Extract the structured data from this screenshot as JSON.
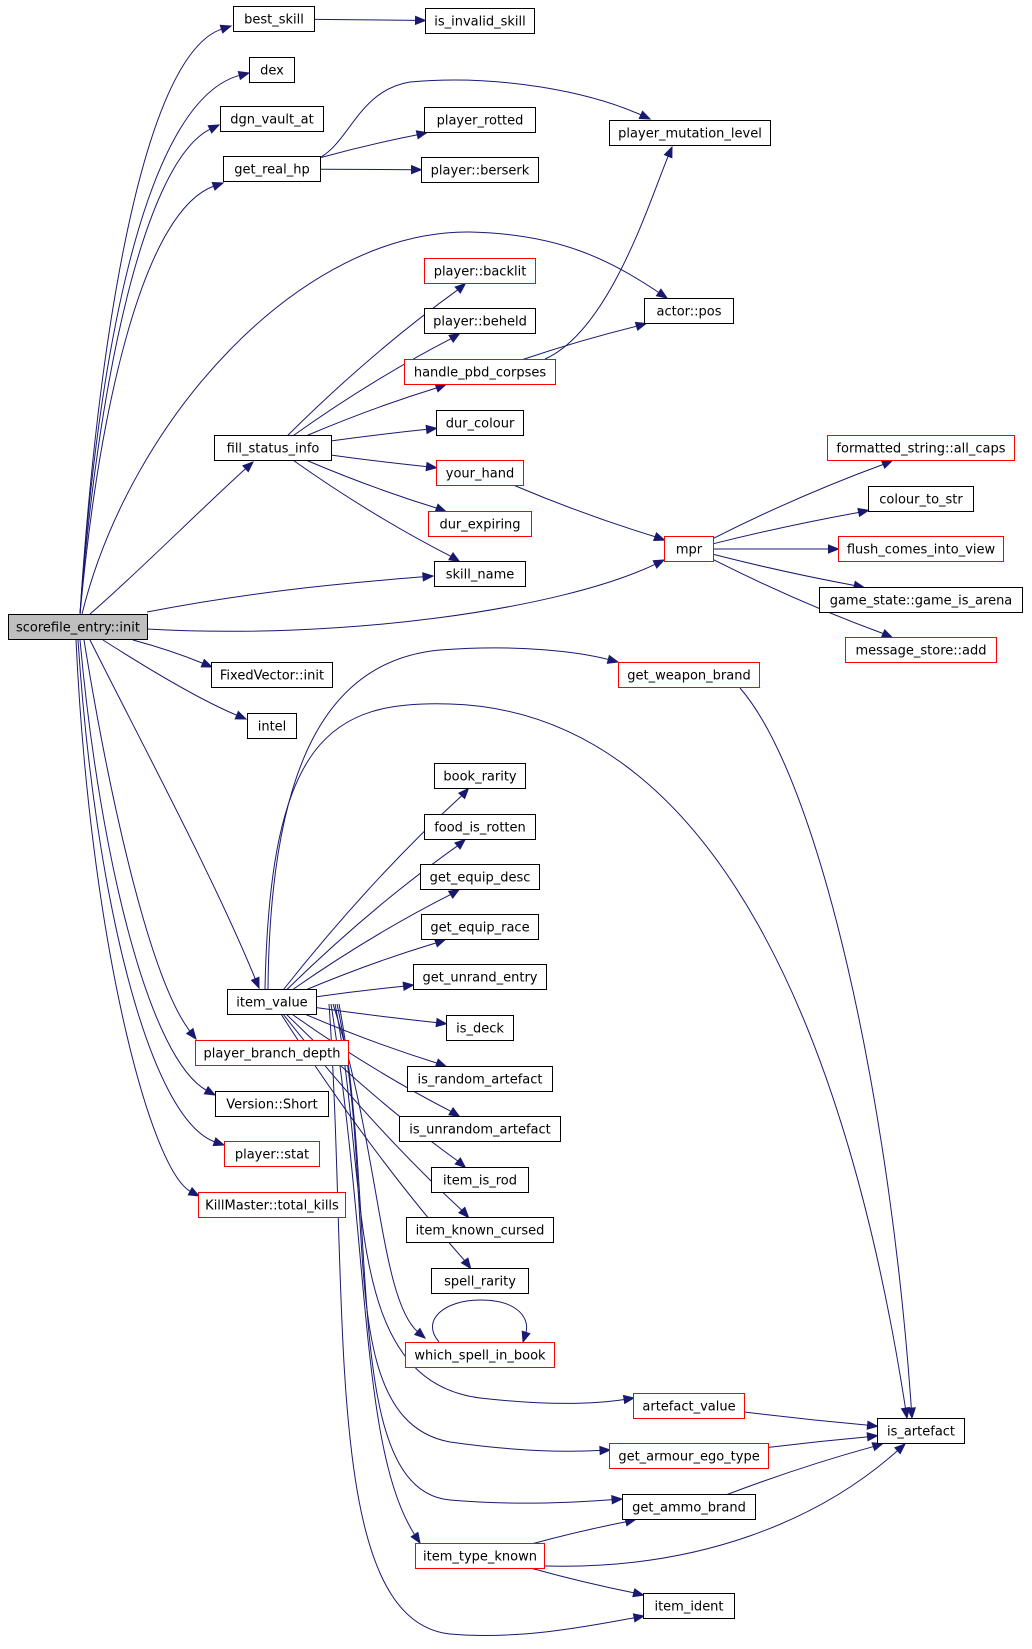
{
  "colors": {
    "edge": "#191970",
    "border_default": "#000000",
    "border_linked": "#ff0000",
    "root_fill": "#bfbfbf",
    "node_fill": "#ffffff"
  },
  "nodes": [
    {
      "id": "scorefile_entry_init",
      "label": "scorefile_entry::init",
      "style": "root"
    },
    {
      "id": "best_skill",
      "label": "best_skill",
      "style": "black"
    },
    {
      "id": "is_invalid_skill",
      "label": "is_invalid_skill",
      "style": "black"
    },
    {
      "id": "dex",
      "label": "dex",
      "style": "black"
    },
    {
      "id": "dgn_vault_at",
      "label": "dgn_vault_at",
      "style": "black"
    },
    {
      "id": "get_real_hp",
      "label": "get_real_hp",
      "style": "black"
    },
    {
      "id": "player_rotted",
      "label": "player_rotted",
      "style": "black"
    },
    {
      "id": "player_mutation_level",
      "label": "player_mutation_level",
      "style": "black"
    },
    {
      "id": "player_berserk",
      "label": "player::berserk",
      "style": "black"
    },
    {
      "id": "player_backlit",
      "label": "player::backlit",
      "style": "red"
    },
    {
      "id": "actor_pos",
      "label": "actor::pos",
      "style": "black"
    },
    {
      "id": "player_beheld",
      "label": "player::beheld",
      "style": "black"
    },
    {
      "id": "handle_pbd_corpses",
      "label": "handle_pbd_corpses",
      "style": "red"
    },
    {
      "id": "dur_colour",
      "label": "dur_colour",
      "style": "black"
    },
    {
      "id": "fill_status_info",
      "label": "fill_status_info",
      "style": "black"
    },
    {
      "id": "formatted_string_all_caps",
      "label": "formatted_string::all_caps",
      "style": "red"
    },
    {
      "id": "your_hand",
      "label": "your_hand",
      "style": "red"
    },
    {
      "id": "colour_to_str",
      "label": "colour_to_str",
      "style": "black"
    },
    {
      "id": "dur_expiring",
      "label": "dur_expiring",
      "style": "red"
    },
    {
      "id": "mpr",
      "label": "mpr",
      "style": "red"
    },
    {
      "id": "flush_comes_into_view",
      "label": "flush_comes_into_view",
      "style": "red"
    },
    {
      "id": "skill_name",
      "label": "skill_name",
      "style": "black"
    },
    {
      "id": "game_state_game_is_arena",
      "label": "game_state::game_is_arena",
      "style": "black"
    },
    {
      "id": "message_store_add",
      "label": "message_store::add",
      "style": "red"
    },
    {
      "id": "fixedvector_init",
      "label": "FixedVector::init",
      "style": "black"
    },
    {
      "id": "get_weapon_brand",
      "label": "get_weapon_brand",
      "style": "red"
    },
    {
      "id": "intel",
      "label": "intel",
      "style": "black"
    },
    {
      "id": "book_rarity",
      "label": "book_rarity",
      "style": "black"
    },
    {
      "id": "food_is_rotten",
      "label": "food_is_rotten",
      "style": "black"
    },
    {
      "id": "get_equip_desc",
      "label": "get_equip_desc",
      "style": "black"
    },
    {
      "id": "get_equip_race",
      "label": "get_equip_race",
      "style": "black"
    },
    {
      "id": "get_unrand_entry",
      "label": "get_unrand_entry",
      "style": "black"
    },
    {
      "id": "item_value",
      "label": "item_value",
      "style": "black"
    },
    {
      "id": "is_deck",
      "label": "is_deck",
      "style": "black"
    },
    {
      "id": "player_branch_depth",
      "label": "player_branch_depth",
      "style": "red"
    },
    {
      "id": "is_random_artefact",
      "label": "is_random_artefact",
      "style": "black"
    },
    {
      "id": "version_short",
      "label": "Version::Short",
      "style": "black"
    },
    {
      "id": "is_unrandom_artefact",
      "label": "is_unrandom_artefact",
      "style": "black"
    },
    {
      "id": "player_stat",
      "label": "player::stat",
      "style": "red"
    },
    {
      "id": "item_is_rod",
      "label": "item_is_rod",
      "style": "black"
    },
    {
      "id": "killmaster_total_kills",
      "label": "KillMaster::total_kills",
      "style": "red"
    },
    {
      "id": "item_known_cursed",
      "label": "item_known_cursed",
      "style": "black"
    },
    {
      "id": "spell_rarity",
      "label": "spell_rarity",
      "style": "black"
    },
    {
      "id": "which_spell_in_book",
      "label": "which_spell_in_book",
      "style": "red"
    },
    {
      "id": "artefact_value",
      "label": "artefact_value",
      "style": "red"
    },
    {
      "id": "is_artefact",
      "label": "is_artefact",
      "style": "black"
    },
    {
      "id": "get_armour_ego_type",
      "label": "get_armour_ego_type",
      "style": "red"
    },
    {
      "id": "get_ammo_brand",
      "label": "get_ammo_brand",
      "style": "black"
    },
    {
      "id": "item_type_known",
      "label": "item_type_known",
      "style": "red"
    },
    {
      "id": "item_ident",
      "label": "item_ident",
      "style": "black"
    }
  ],
  "edges": [
    {
      "from": "scorefile_entry_init",
      "to": "best_skill"
    },
    {
      "from": "scorefile_entry_init",
      "to": "dex"
    },
    {
      "from": "scorefile_entry_init",
      "to": "dgn_vault_at"
    },
    {
      "from": "scorefile_entry_init",
      "to": "get_real_hp"
    },
    {
      "from": "scorefile_entry_init",
      "to": "actor_pos"
    },
    {
      "from": "scorefile_entry_init",
      "to": "fill_status_info"
    },
    {
      "from": "scorefile_entry_init",
      "to": "skill_name"
    },
    {
      "from": "scorefile_entry_init",
      "to": "mpr"
    },
    {
      "from": "scorefile_entry_init",
      "to": "fixedvector_init"
    },
    {
      "from": "scorefile_entry_init",
      "to": "intel"
    },
    {
      "from": "scorefile_entry_init",
      "to": "item_value"
    },
    {
      "from": "scorefile_entry_init",
      "to": "player_branch_depth"
    },
    {
      "from": "scorefile_entry_init",
      "to": "version_short"
    },
    {
      "from": "scorefile_entry_init",
      "to": "player_stat"
    },
    {
      "from": "scorefile_entry_init",
      "to": "killmaster_total_kills"
    },
    {
      "from": "best_skill",
      "to": "is_invalid_skill"
    },
    {
      "from": "get_real_hp",
      "to": "player_mutation_level"
    },
    {
      "from": "get_real_hp",
      "to": "player_rotted"
    },
    {
      "from": "get_real_hp",
      "to": "player_berserk"
    },
    {
      "from": "fill_status_info",
      "to": "player_backlit"
    },
    {
      "from": "fill_status_info",
      "to": "player_beheld"
    },
    {
      "from": "fill_status_info",
      "to": "handle_pbd_corpses"
    },
    {
      "from": "fill_status_info",
      "to": "dur_colour"
    },
    {
      "from": "fill_status_info",
      "to": "your_hand"
    },
    {
      "from": "fill_status_info",
      "to": "dur_expiring"
    },
    {
      "from": "fill_status_info",
      "to": "skill_name"
    },
    {
      "from": "handle_pbd_corpses",
      "to": "actor_pos"
    },
    {
      "from": "handle_pbd_corpses",
      "to": "player_mutation_level"
    },
    {
      "from": "your_hand",
      "to": "mpr"
    },
    {
      "from": "mpr",
      "to": "formatted_string_all_caps"
    },
    {
      "from": "mpr",
      "to": "colour_to_str"
    },
    {
      "from": "mpr",
      "to": "flush_comes_into_view"
    },
    {
      "from": "mpr",
      "to": "game_state_game_is_arena"
    },
    {
      "from": "mpr",
      "to": "message_store_add"
    },
    {
      "from": "item_value",
      "to": "get_weapon_brand"
    },
    {
      "from": "item_value",
      "to": "is_artefact"
    },
    {
      "from": "item_value",
      "to": "book_rarity"
    },
    {
      "from": "item_value",
      "to": "food_is_rotten"
    },
    {
      "from": "item_value",
      "to": "get_equip_desc"
    },
    {
      "from": "item_value",
      "to": "get_equip_race"
    },
    {
      "from": "item_value",
      "to": "get_unrand_entry"
    },
    {
      "from": "item_value",
      "to": "is_deck"
    },
    {
      "from": "item_value",
      "to": "is_random_artefact"
    },
    {
      "from": "item_value",
      "to": "is_unrandom_artefact"
    },
    {
      "from": "item_value",
      "to": "item_is_rod"
    },
    {
      "from": "item_value",
      "to": "item_known_cursed"
    },
    {
      "from": "item_value",
      "to": "spell_rarity"
    },
    {
      "from": "item_value",
      "to": "which_spell_in_book"
    },
    {
      "from": "item_value",
      "to": "artefact_value"
    },
    {
      "from": "item_value",
      "to": "get_armour_ego_type"
    },
    {
      "from": "item_value",
      "to": "get_ammo_brand"
    },
    {
      "from": "item_value",
      "to": "item_type_known"
    },
    {
      "from": "item_value",
      "to": "item_ident"
    },
    {
      "from": "which_spell_in_book",
      "to": "which_spell_in_book"
    },
    {
      "from": "get_weapon_brand",
      "to": "is_artefact"
    },
    {
      "from": "artefact_value",
      "to": "is_artefact"
    },
    {
      "from": "get_armour_ego_type",
      "to": "is_artefact"
    },
    {
      "from": "get_ammo_brand",
      "to": "is_artefact"
    },
    {
      "from": "item_type_known",
      "to": "get_ammo_brand"
    },
    {
      "from": "item_type_known",
      "to": "is_artefact"
    },
    {
      "from": "item_type_known",
      "to": "item_ident"
    }
  ]
}
